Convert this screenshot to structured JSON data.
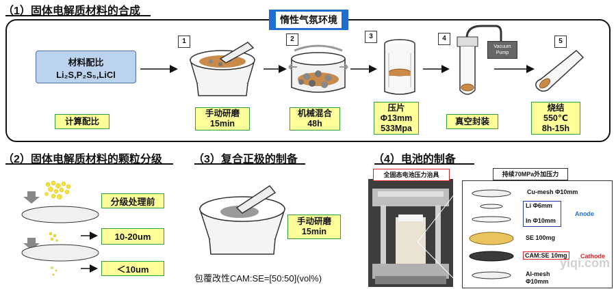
{
  "section1": {
    "title": "（1）固体电解质材料的合成",
    "inert_label": "惰性气氛环境",
    "materials_title": "材料配比",
    "materials_formula": "Li₂S,P₂S₅,LiCl",
    "calc_label": "计算配比",
    "vacuum_pump": "Vacuum Pump",
    "steps": [
      {
        "num": "1",
        "label_line1": "手动研磨",
        "label_line2": "15min"
      },
      {
        "num": "2",
        "label_line1": "机械混合",
        "label_line2": "48h"
      },
      {
        "num": "3",
        "label_line1": "压片",
        "label_line2": "Φ13mm",
        "label_line3": "533Mpa"
      },
      {
        "num": "4",
        "label_line1": "真空封装"
      },
      {
        "num": "5",
        "label_line1": "烧结",
        "label_line2": "550℃",
        "label_line3": "8h-15h"
      }
    ]
  },
  "section2": {
    "title": "（2）固体电解质材料的颗粒分级",
    "before": "分级处理前",
    "range1": "10-20um",
    "range2": "＜10um"
  },
  "section3": {
    "title": "（3）复合正极的制备",
    "grind_line1": "手动研磨",
    "grind_line2": "15min",
    "note": "包覆改性CAM:SE=[50:50](vol%)"
  },
  "section4": {
    "title": "（4）电池的制备",
    "photo_label": "全固态电池压力治具",
    "pressure_label": "持续70MPa外加压力",
    "layers": {
      "cu_mesh": "Cu-mesh Φ10mm",
      "li": "Li Φ6mm",
      "in": "In Φ10mm",
      "se": "SE   100mg",
      "cam": "CAM:SE  10mg",
      "al_line1": "Al-mesh",
      "al_line2": "Φ10mm"
    },
    "anode": "Anode",
    "cathode": "Cathode"
  },
  "watermark": "yiqi.com",
  "colors": {
    "accent_blue": "#1f6fd1",
    "label_yellow": "#ffff99",
    "label_border": "#2e9e3e",
    "cathode_red": "#e02020"
  }
}
